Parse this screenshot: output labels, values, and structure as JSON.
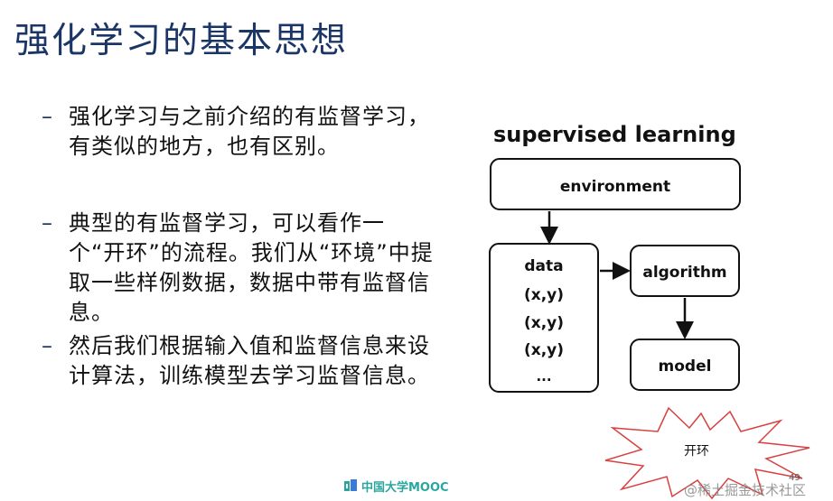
{
  "slide": {
    "title": "强化学习的基本思想",
    "bullets": [
      "强化学习与之前介绍的有监督学习，有类似的地方，也有区别。",
      "典型的有监督学习，可以看作一个“开环”的流程。我们从“环境”中提取一些样例数据，数据中带有监督信息。",
      "然后我们根据输入值和监督信息来设计算法，训练模型去学习监督信息。"
    ],
    "bullet_marker": "–"
  },
  "diagram": {
    "title": "supervised learning",
    "environment_label": "environment",
    "data_lines": [
      "data",
      "(x,y)",
      "(x,y)",
      "(x,y)",
      "..."
    ],
    "algorithm_label": "algorithm",
    "model_label": "model"
  },
  "callout": {
    "label": "开环"
  },
  "footer": {
    "logo_text": "中国大学MOOC",
    "page_number": "49",
    "watermark": "@稀土掘金技术社区"
  },
  "colors": {
    "title": "#1a3566",
    "callout_stroke": "#d94040",
    "logo": "#2aa6a0"
  }
}
